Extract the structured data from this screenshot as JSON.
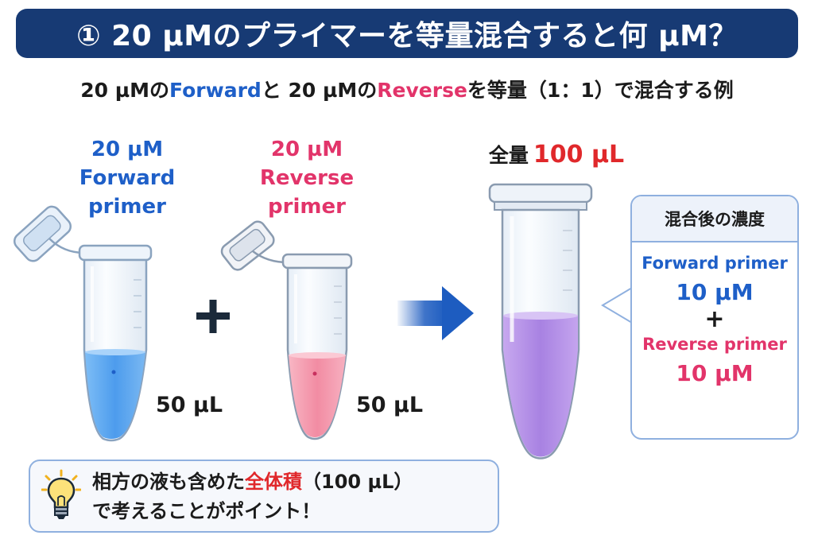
{
  "title": "① 20 µMのプライマーを等量混合すると何 µM？",
  "subtitle": {
    "part1": "20 µMの",
    "forward": "Forward",
    "part2": "と 20 µMの",
    "reverse": "Reverse",
    "part3": "を等量（1：1）で混合する例"
  },
  "tube_forward": {
    "concentration": "20 µM",
    "line2": "Forward",
    "line3": "primer",
    "volume": "50 µL",
    "liquid_color": "#5aaaf0"
  },
  "tube_reverse": {
    "concentration": "20 µM",
    "line2": "Reverse",
    "line3": "primer",
    "volume": "50 µL",
    "liquid_color": "#f49aae"
  },
  "plus_sign": "+",
  "total": {
    "label": "全量",
    "value": "100 µL",
    "liquid_color": "#b48ee6"
  },
  "result": {
    "header": "混合後の濃度",
    "forward_name": "Forward primer",
    "forward_value": "10 µM",
    "plus": "+",
    "reverse_name": "Reverse primer",
    "reverse_value": "10 µM"
  },
  "tip": {
    "line1_a": "相方の液も含めた",
    "line1_highlight": "全体積",
    "line1_b": "（100 µL）",
    "line2": "で考えることがポイント！",
    "icon": "lightbulb-icon"
  },
  "colors": {
    "banner": "#173a74",
    "forward": "#1e5fc8",
    "reverse": "#e2346a",
    "highlight": "#e0282b",
    "arrow": "#1d5cc0"
  }
}
